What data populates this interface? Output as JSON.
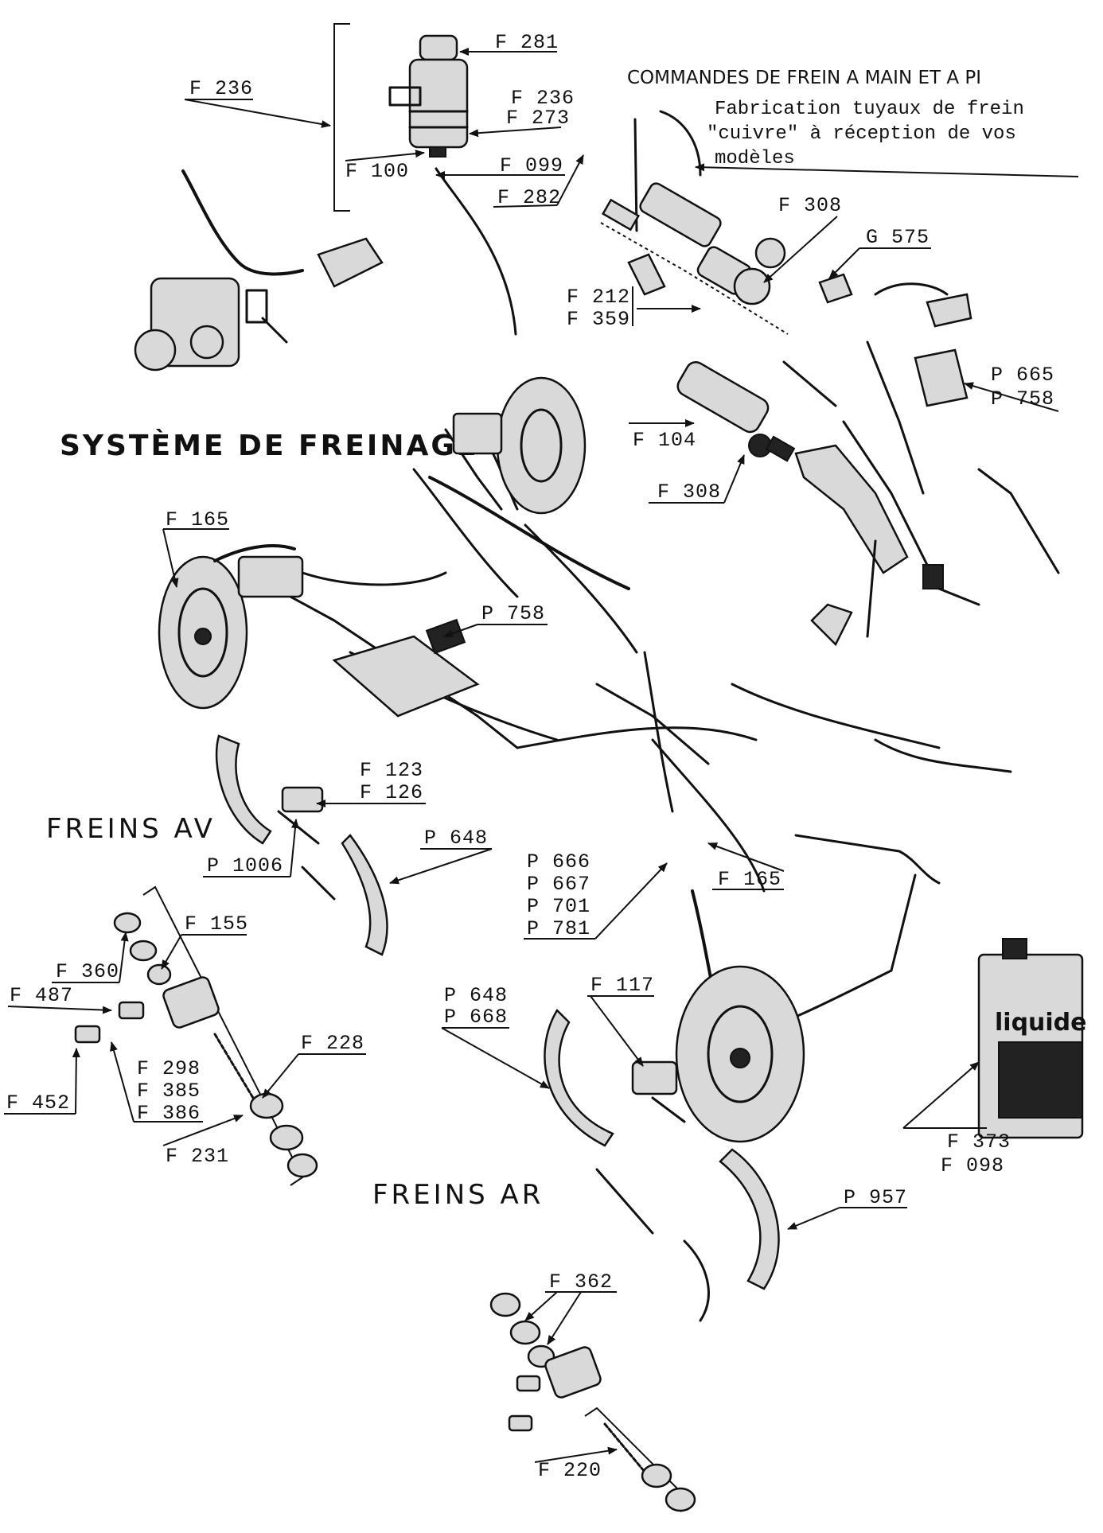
{
  "header": {
    "commandes": "COMMANDES DE FREIN A MAIN ET A PI",
    "fabrication_lines": [
      "Fabrication tuyaux de frein",
      "\"cuivre\" à réception de vos",
      "modèles"
    ]
  },
  "sections": {
    "title": "SYSTÈME DE FREINAGE",
    "freins_av": "FREINS AV",
    "freins_ar": "FREINS AR"
  },
  "labels": {
    "f236_left": "F 236",
    "f281": "F 281",
    "f236_right": "F 236",
    "f273": "F 273",
    "f099": "F 099",
    "f100": "F 100",
    "f282": "F 282",
    "f308_top": "F 308",
    "g575": "G 575",
    "f212": "F 212",
    "f359": "F 359",
    "p665": "P 665",
    "p758_top": "P 758",
    "f104": "F 104",
    "f308_mid": "F 308",
    "f165_left": "F 165",
    "p758_mid": "P 758",
    "f123": "F 123",
    "f126": "F 126",
    "p1006": "P 1006",
    "p648_av": "P 648",
    "p666": "P 666",
    "p667": "P 667",
    "p701": "P 701",
    "p781": "P 781",
    "f165_right": "F 165",
    "f155": "F 155",
    "f360": "F 360",
    "f487": "F 487",
    "f452": "F 452",
    "f298": "F 298",
    "f385": "F 385",
    "f386": "F 386",
    "f228": "F 228",
    "f231": "F 231",
    "p648_ar": "P 648",
    "p668": "P 668",
    "f117": "F 117",
    "f373": "F 373",
    "f098": "F 098",
    "p957": "P 957",
    "f362": "F 362",
    "f220": "F 220"
  },
  "can_brand": "liquide"
}
